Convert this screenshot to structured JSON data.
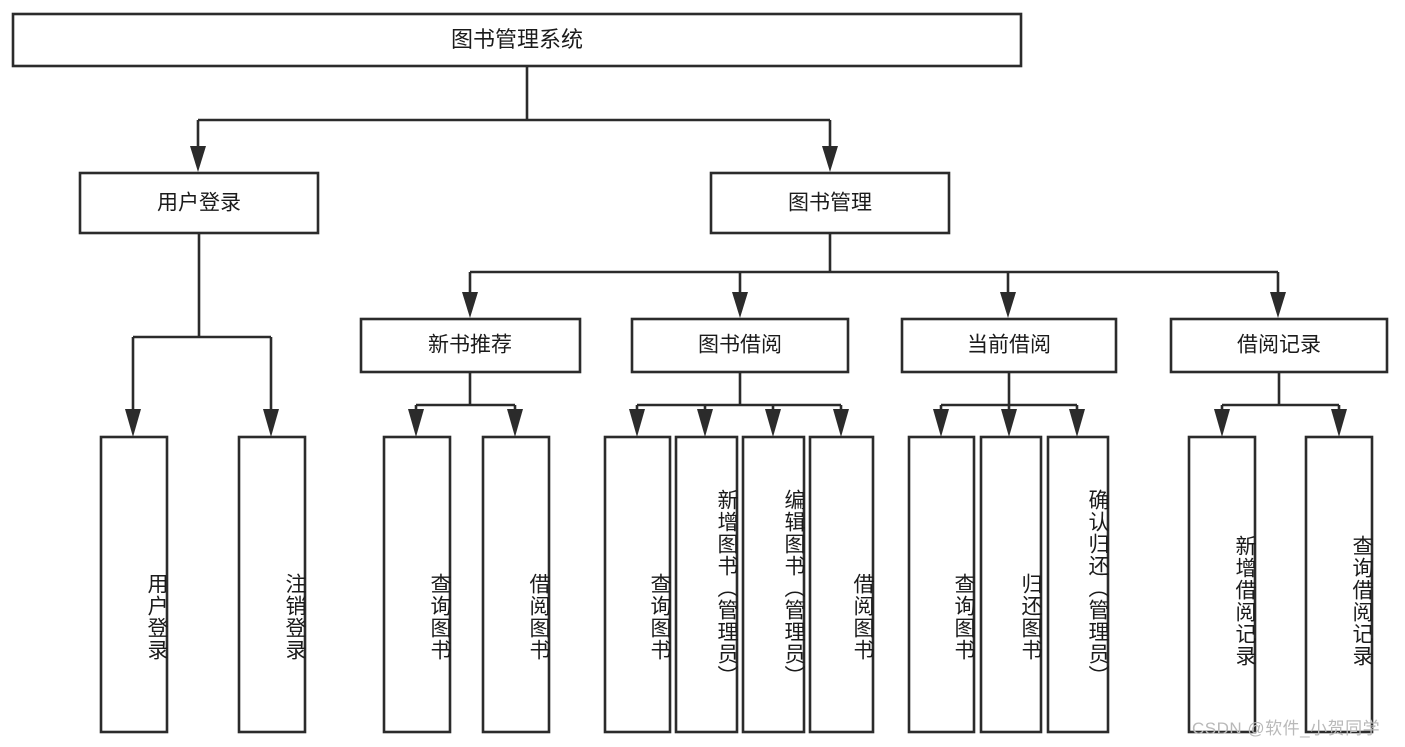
{
  "diagram": {
    "type": "tree-hierarchy-chart",
    "title": "图书管理系统",
    "watermark": "CSDN @软件_小贺同学",
    "colors": {
      "stroke": "#2b2b2b",
      "fill": "#ffffff",
      "text": "#1b1b1b",
      "watermark": "#b9b9b9"
    },
    "root": {
      "label": "图书管理系统",
      "level": 0
    },
    "level1": [
      {
        "label": "用户登录"
      },
      {
        "label": "图书管理"
      }
    ],
    "level2": [
      {
        "label": "新书推荐",
        "parent": "图书管理"
      },
      {
        "label": "图书借阅",
        "parent": "图书管理"
      },
      {
        "label": "当前借阅",
        "parent": "图书管理"
      },
      {
        "label": "借阅记录",
        "parent": "图书管理"
      }
    ],
    "leaves": {
      "user_login": [
        {
          "label": "用户登录"
        },
        {
          "label": "注销登录"
        }
      ],
      "new_book_recommend": [
        {
          "label": "查询图书"
        },
        {
          "label": "借阅图书"
        }
      ],
      "book_borrow": [
        {
          "label": "查询图书"
        },
        {
          "label": "新增图书（管理员）"
        },
        {
          "label": "编辑图书（管理员）"
        },
        {
          "label": "借阅图书"
        }
      ],
      "current_borrow": [
        {
          "label": "查询图书"
        },
        {
          "label": "归还图书"
        },
        {
          "label": "确认归还（管理员）"
        }
      ],
      "borrow_record": [
        {
          "label": "新增借阅记录"
        },
        {
          "label": "查询借阅记录"
        }
      ]
    }
  }
}
